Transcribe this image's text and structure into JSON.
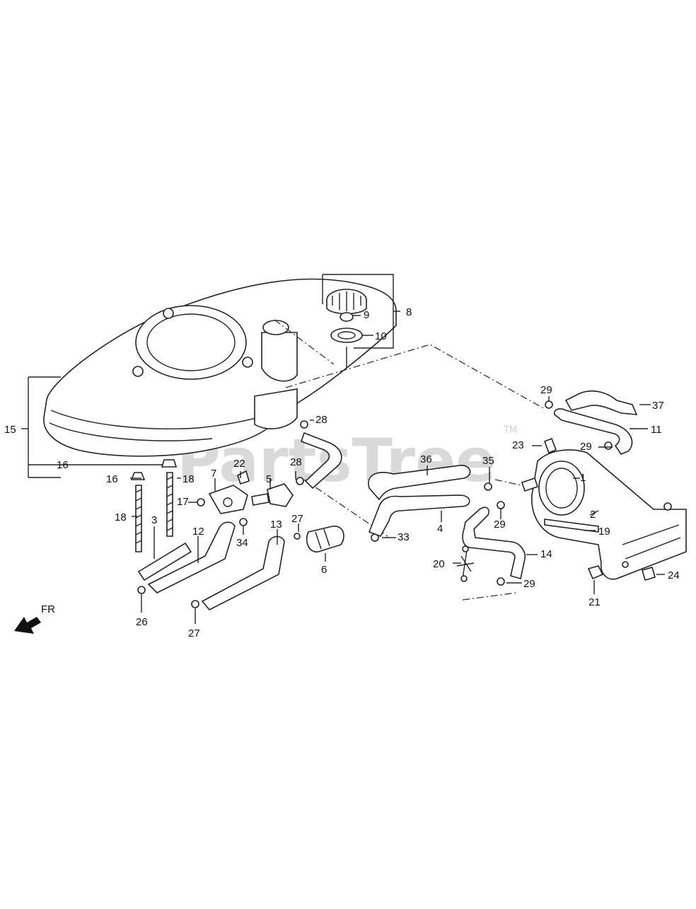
{
  "watermark": {
    "text": "PartsTree",
    "tm": "TM"
  },
  "direction": {
    "label": "FR"
  },
  "callouts": [
    "1",
    "2",
    "3",
    "4",
    "5",
    "6",
    "7",
    "8",
    "9",
    "10",
    "11",
    "12",
    "13",
    "14",
    "15",
    "16",
    "16",
    "17",
    "18",
    "18",
    "19",
    "20",
    "21",
    "22",
    "23",
    "24",
    "26",
    "27",
    "27",
    "28",
    "28",
    "29",
    "29",
    "29",
    "29",
    "33",
    "34",
    "35",
    "36",
    "37"
  ]
}
